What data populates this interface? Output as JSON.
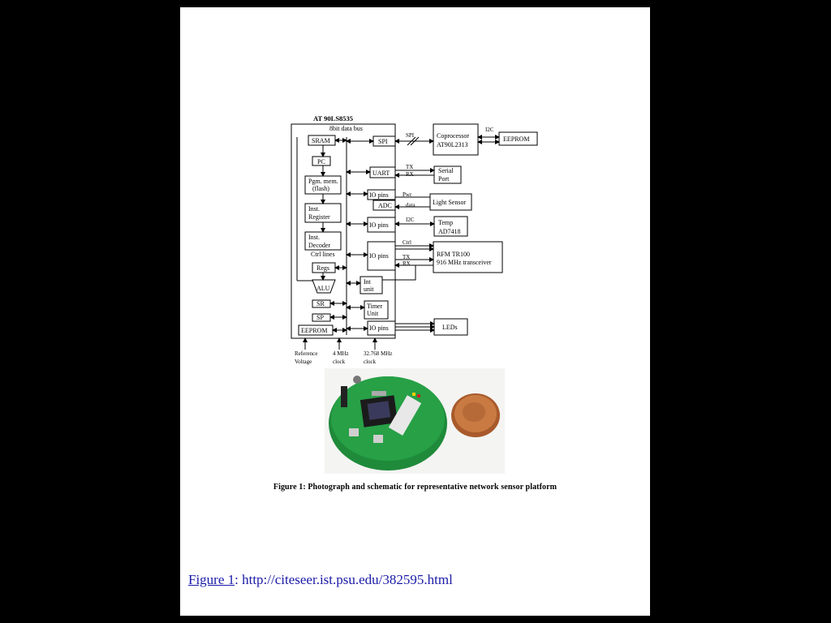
{
  "diagram": {
    "chip_title": "AT 90LS8535",
    "data_bus": "8bit data bus",
    "blocks": {
      "sram": "SRAM",
      "pc": "PC",
      "pgm1": "Pgm. mem.",
      "pgm2": "(flash)",
      "inst_reg1": "Inst.",
      "inst_reg2": "Register",
      "inst_dec1": "Inst.",
      "inst_dec2": "Decoder",
      "ctrl_lines": "Ctrl lines",
      "regs": "Regs",
      "alu": "ALU",
      "sr": "SR",
      "sp": "SP",
      "eeprom_int": "EEPROM",
      "spi": "SPI",
      "uart": "UART",
      "io1": "IO pins",
      "adc": "ADC",
      "io2": "IO pins",
      "io3": "IO pins",
      "int1": "Int",
      "int2": "unit",
      "timer1": "Timer",
      "timer2": "Unit",
      "io4": "IO pins",
      "coproc1": "Coprocessor",
      "coproc2": "AT90L2313",
      "eeprom_ext": "EEPROM",
      "serial1": "Serial",
      "serial2": "Port",
      "light": "Light Sensor",
      "temp1": "Temp",
      "temp2": "AD7418",
      "rfm1": "RFM TR100",
      "rfm2": "916 MHz transceiver",
      "leds": "LEDs"
    },
    "signals": {
      "spi": "SPI",
      "i2c_top": "I2C",
      "tx1": "TX",
      "rx1": "RX",
      "pwr": "Pwr",
      "data": "data",
      "i2c": "I2C",
      "ctrl": "Ctrl",
      "tx2": "TX",
      "rx2": "RX"
    },
    "inputs": {
      "ref1": "Reference",
      "ref2": "Voltage",
      "clk1a": "4 MHz",
      "clk1b": "clock",
      "clk2a": "32.768 MHz",
      "clk2b": "clock"
    }
  },
  "caption": "Figure 1: Photograph and schematic for representative network sensor platform",
  "footer": {
    "link_text": "Figure 1",
    "rest": ": http://citeseer.ist.psu.edu/382595.html"
  }
}
